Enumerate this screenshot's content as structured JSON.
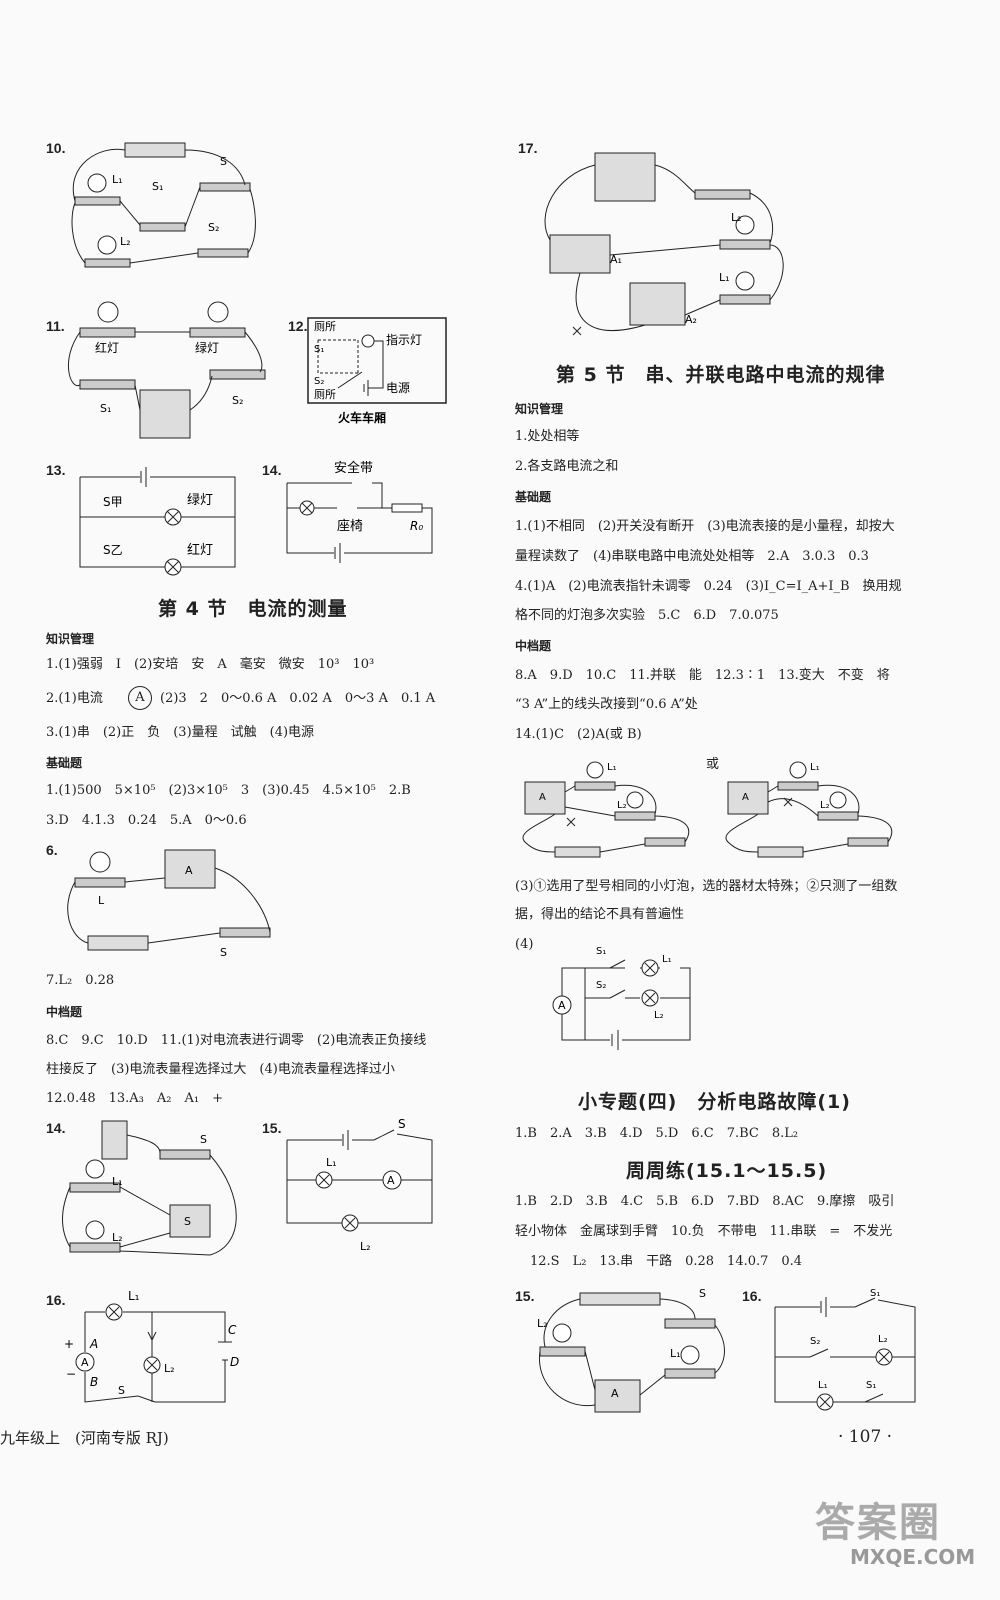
{
  "left": {
    "q10": "10.",
    "q11": "11.",
    "q12": "12.",
    "q13": "13.",
    "q14": "14.",
    "labels10": {
      "s": "S",
      "l1": "L₁",
      "s1": "S₁",
      "s2": "S₂",
      "l2": "L₂"
    },
    "labels11": {
      "red": "红灯",
      "green": "绿灯",
      "s1": "S₁",
      "s2": "S₂"
    },
    "labels12": {
      "toilet1": "厕所",
      "s1": "S₁",
      "indicator": "指示灯",
      "s2": "S₂",
      "toilet2": "厕所",
      "power": "电源",
      "caption": "火车车厢"
    },
    "labels13": {
      "sa": "S甲",
      "green": "绿灯",
      "sb": "S乙",
      "red": "红灯"
    },
    "labels14": {
      "belt": "安全带",
      "seat": "座椅",
      "r0": "R₀"
    },
    "section4_title": "第 4 节　电流的测量",
    "knowledge_title": "知识管理",
    "k1": "1.(1)强弱　I　(2)安培　安　A　毫安　微安　10³　10³",
    "k2a": "2.(1)电流",
    "k2b": "A",
    "k2c": "(2)3　2　0～0.6 A　0.02 A　0～3 A　0.1 A",
    "k3": "3.(1)串　(2)正　负　(3)量程　试触　(4)电源",
    "basic_title": "基础题",
    "b1": "1.(1)500　5×10⁵　(2)3×10⁵　3　(3)0.45　4.5×10⁵　2.B",
    "b2": "3.D　4.1.3　0.24　5.A　0～0.6",
    "q6": "6.",
    "labels6": {
      "l": "L",
      "s": "S",
      "a": "A"
    },
    "q7": "7.L₂　0.28",
    "mid_title": "中档题",
    "m1": "8.C　9.C　10.D　11.(1)对电流表进行调零　(2)电流表正负接线",
    "m2": "柱接反了　(3)电流表量程选择过大　(4)电流表量程选择过小",
    "m3": "12.0.48　13.A₃　A₂　A₁　+",
    "q14b": "14.",
    "q15": "15.",
    "q16": "16.",
    "labels14b": {
      "s": "S",
      "l1": "L₁",
      "l2": "L₂"
    },
    "labels15": {
      "s": "S",
      "l1": "L₁",
      "a": "A",
      "l2": "L₂"
    },
    "labels16": {
      "l1": "L₁",
      "l2": "L₂",
      "a": "A",
      "b": "B",
      "c": "C",
      "d": "D",
      "s": "S",
      "plus": "+",
      "minus": "−",
      "meter": "A"
    }
  },
  "right": {
    "q17": "17.",
    "labels17": {
      "l1": "L₁",
      "l2": "L₂",
      "a1": "A₁",
      "a2": "A₂"
    },
    "section5_title": "第 5 节　串、并联电路中电流的规律",
    "knowledge_title": "知识管理",
    "k1": "1.处处相等",
    "k2": "2.各支路电流之和",
    "basic_title": "基础题",
    "b1": "1.(1)不相同　(2)开关没有断开　(3)电流表接的是小量程，却按大",
    "b2": "量程读数了　(4)串联电路中电流处处相等　2.A　3.0.3　0.3",
    "b3": "4.(1)A　(2)电流表指针未调零　0.24　(3)I_C=I_A+I_B　换用规",
    "b4": "格不同的灯泡多次实验　5.C　6.D　7.0.075",
    "mid_title": "中档题",
    "m1": "8.A　9.D　10.C　11.并联　能　12.3∶1　13.变大　不变　将",
    "m2": "“3 A”上的线头改接到“0.6 A”处",
    "m3": "14.(1)C　(2)A(或 B)",
    "or": "或",
    "labels14": {
      "l1": "L₁",
      "l2": "L₂",
      "a": "A"
    },
    "m4": "(3)①选用了型号相同的小灯泡，选的器材太特殊；②只测了一组数",
    "m5": "据，得出的结论不具有普遍性",
    "q4": "(4)",
    "labels4": {
      "s1": "S₁",
      "l1": "L₁",
      "s2": "S₂",
      "l2": "L₂",
      "a": "A"
    },
    "topic_title": "小专题(四)　分析电路故障(1)",
    "t1": "1.B　2.A　3.B　4.D　5.D　6.C　7.BC　8.L₂",
    "weekly_title": "周周练(15.1～15.5)",
    "w1": "1.B　2.D　3.B　4.C　5.B　6.D　7.BD　8.AC　9.摩擦　吸引",
    "w2": "轻小物体　金属球到手臂　10.负　不带电　11.串联　=　不发光",
    "w3": "12.S　L₂　13.串　干路　0.28　14.0.7　0.4",
    "q15": "15.",
    "q16": "16.",
    "labels15": {
      "s": "S",
      "l1": "L₁",
      "l2": "L₂",
      "a": "A"
    },
    "labels16": {
      "s1": "S₁",
      "s2": "S₂",
      "l1": "L₁",
      "l2": "L₂"
    }
  },
  "footer": {
    "left": "九年级上　(河南专版 RJ)",
    "page": "· 107 ·",
    "watermark": "答案圈",
    "watermark_url": "MXQE.COM"
  }
}
